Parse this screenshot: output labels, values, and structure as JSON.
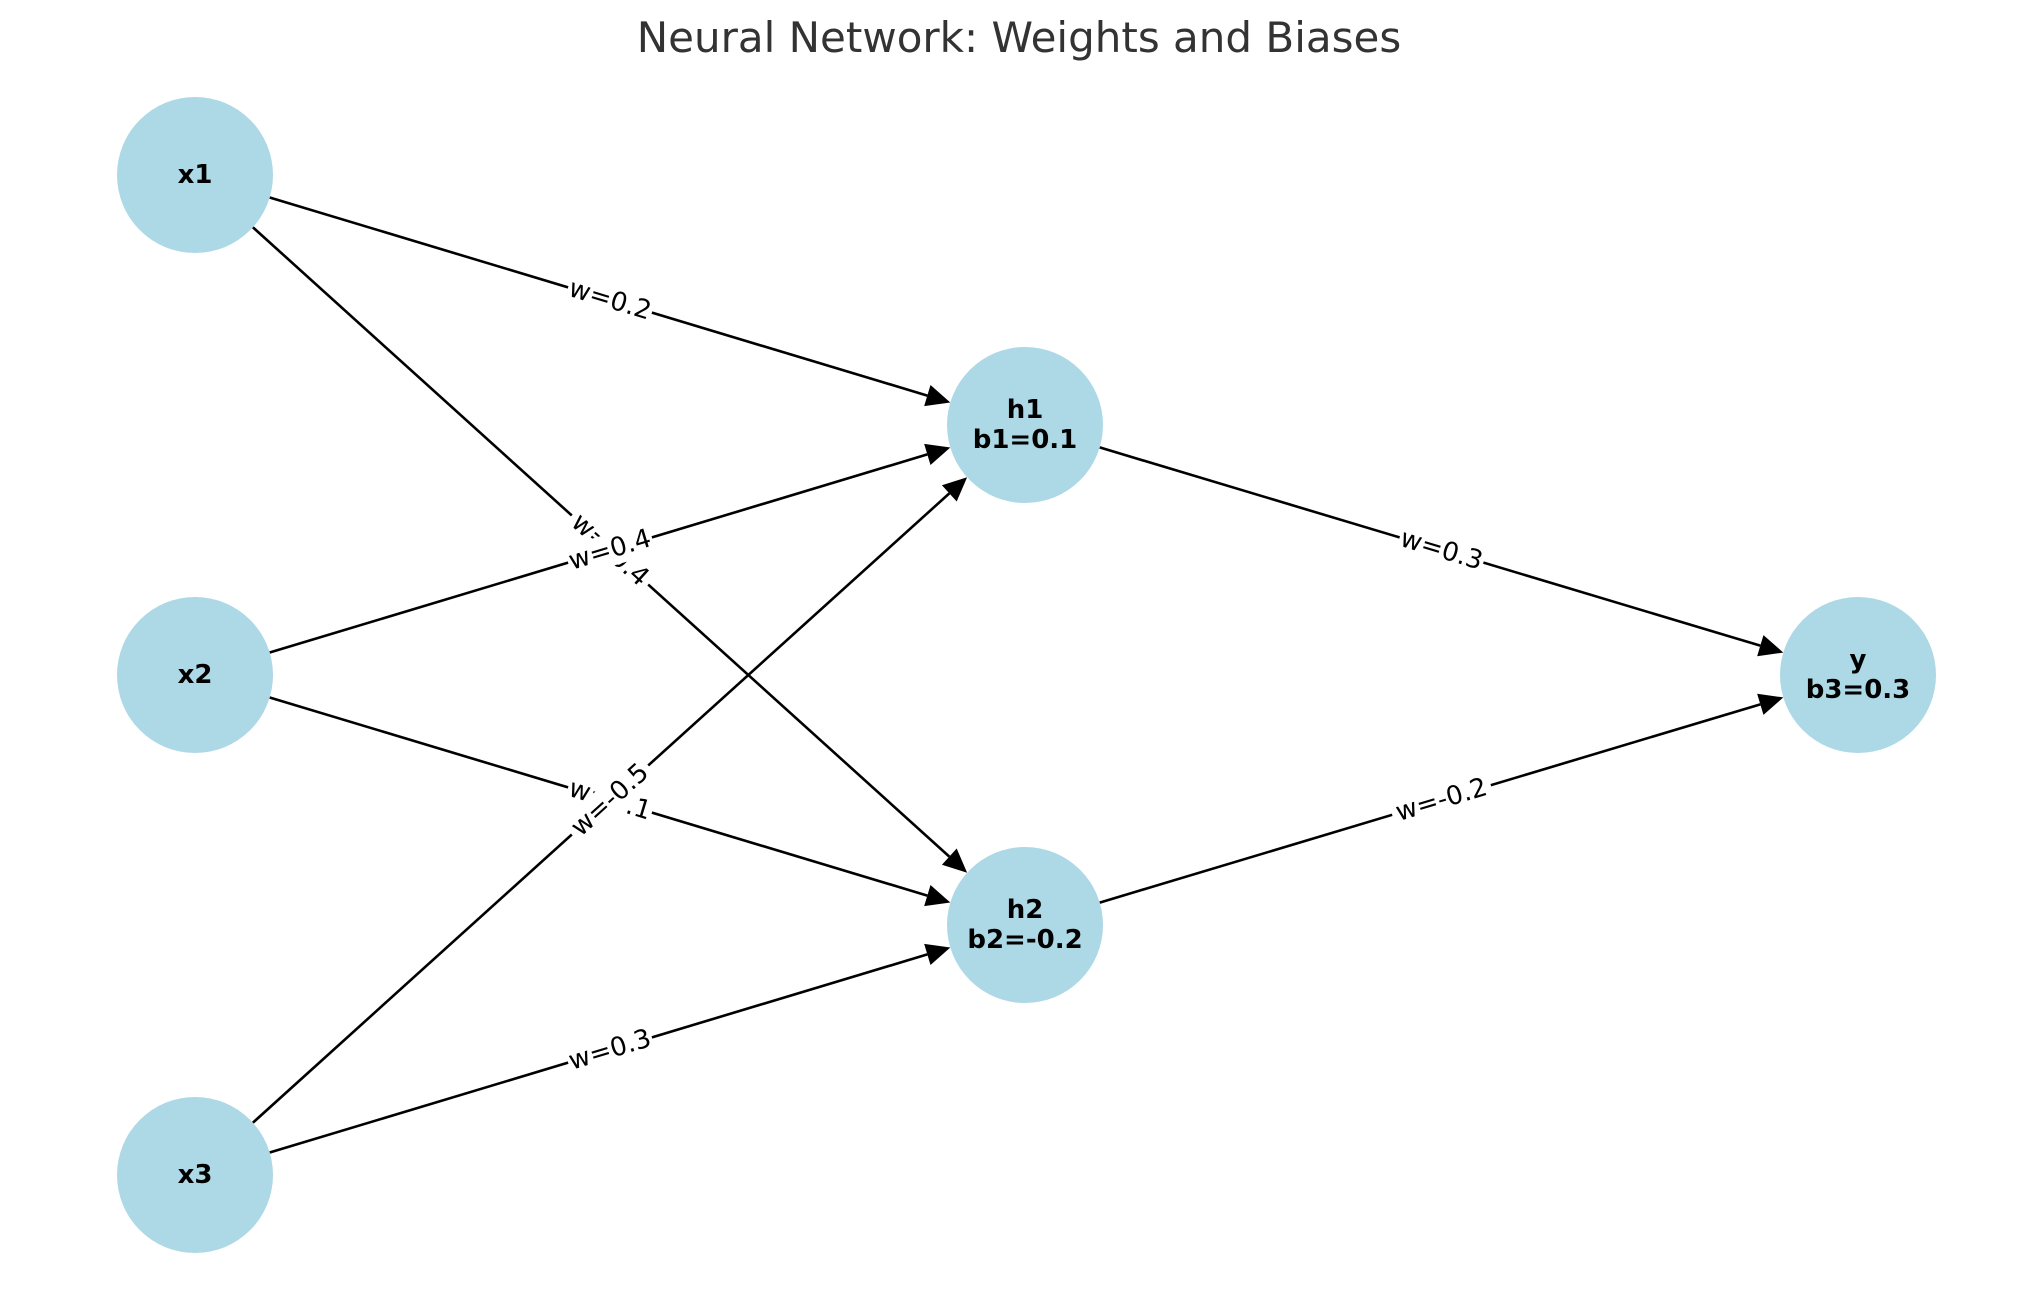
{
  "title": "Neural Network: Weights and Biases",
  "colors": {
    "node_fill": "#add8e6",
    "edge": "#000000",
    "title": "#333333"
  },
  "nodes": [
    {
      "id": "x1",
      "lines": [
        "x1"
      ]
    },
    {
      "id": "x2",
      "lines": [
        "x2"
      ]
    },
    {
      "id": "x3",
      "lines": [
        "x3"
      ]
    },
    {
      "id": "h1",
      "lines": [
        "h1",
        "b1=0.1"
      ]
    },
    {
      "id": "h2",
      "lines": [
        "h2",
        "b2=-0.2"
      ]
    },
    {
      "id": "y",
      "lines": [
        "y",
        "b3=0.3"
      ]
    }
  ],
  "edges": [
    {
      "from": "x1",
      "to": "h1",
      "label": "w=0.2"
    },
    {
      "from": "x1",
      "to": "h2",
      "label": "w=-0.4"
    },
    {
      "from": "x2",
      "to": "h1",
      "label": "w=0.4"
    },
    {
      "from": "x2",
      "to": "h2",
      "label": "w=0.1"
    },
    {
      "from": "x3",
      "to": "h1",
      "label": "w=-0.5"
    },
    {
      "from": "x3",
      "to": "h2",
      "label": "w=0.3"
    },
    {
      "from": "h1",
      "to": "y",
      "label": "w=0.3"
    },
    {
      "from": "h2",
      "to": "y",
      "label": "w=-0.2"
    }
  ]
}
